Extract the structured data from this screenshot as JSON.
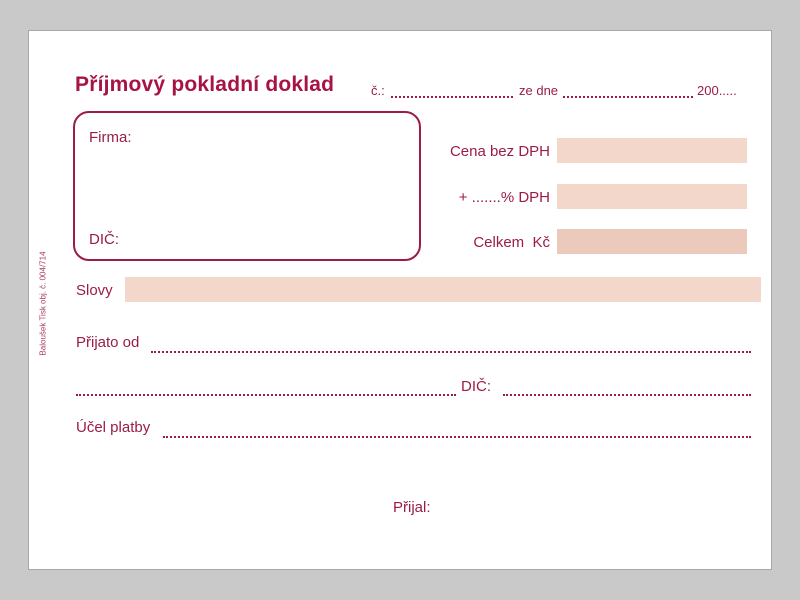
{
  "header": {
    "title": "Příjmový pokladní doklad",
    "number_label": "č.:",
    "date_label": "ze dne",
    "year_label": "200....."
  },
  "company_box": {
    "firma_label": "Firma:",
    "dic_label": "DIČ:"
  },
  "amounts": {
    "cena_label": "Cena bez DPH",
    "dph_label": "+ .......% DPH",
    "celkem_label": "Celkem  Kč"
  },
  "body": {
    "slovy_label": "Slovy",
    "prijato_label": "Přijato od",
    "dic_label": "DIČ:",
    "ucel_label": "Účel platby",
    "prijal_label": "Přijal:"
  },
  "print_code": "Baloušek Tisk obj. č. 004/714",
  "colors": {
    "ink": "#9b1c4b",
    "title_ink": "#a81246",
    "field_fill": "#f3d7ca",
    "field_fill_total": "#eccabb",
    "paper": "#ffffff",
    "background": "#c9c9c9"
  }
}
